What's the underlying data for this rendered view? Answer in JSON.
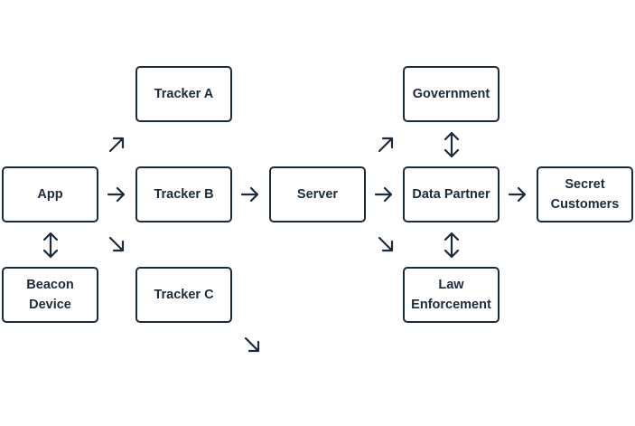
{
  "diagram": {
    "nodes": {
      "app": "App",
      "beacon": "Beacon\nDevice",
      "tracker_a": "Tracker A",
      "tracker_b": "Tracker B",
      "tracker_c": "Tracker C",
      "server": "Server",
      "government": "Government",
      "data_partner": "Data Partner",
      "law_enforcement": "Law\nEnforcement",
      "secret_customers": "Secret\nCustomers"
    },
    "colors": {
      "stroke": "#1c2b3a",
      "background": "#ffffff"
    }
  }
}
